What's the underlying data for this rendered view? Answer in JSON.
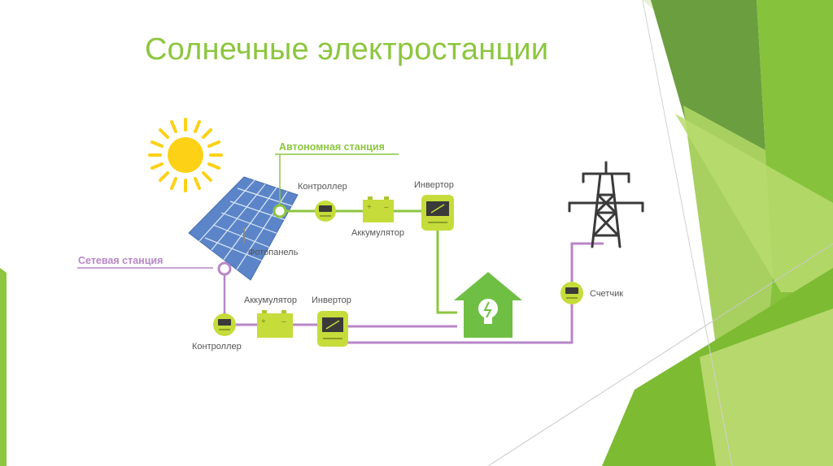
{
  "slide": {
    "title": "Солнечные электростанции"
  },
  "diagram": {
    "autonomous_station_label": "Автономная станция",
    "grid_station_label": "Сетевая станция",
    "solar_panel_label": "Фотопанель",
    "top_controller_label": "Контроллер",
    "top_battery_label": "Аккумулятор",
    "top_inverter_label": "Инвертор",
    "bottom_battery_label": "Аккумулятор",
    "bottom_inverter_label": "Инвертор",
    "bottom_controller_label": "Контроллер",
    "meter_label": "Счетчик"
  },
  "colors": {
    "title": "#8cc63f",
    "accent_green": "#8cc63f",
    "device_green": "#c5dc3a",
    "house_green": "#6fbf44",
    "grid_purple": "#b886c8",
    "sun": "#fcd116",
    "panel_blue": "#5b85c8",
    "tower": "#3a3a3a",
    "label_text": "#555555"
  }
}
